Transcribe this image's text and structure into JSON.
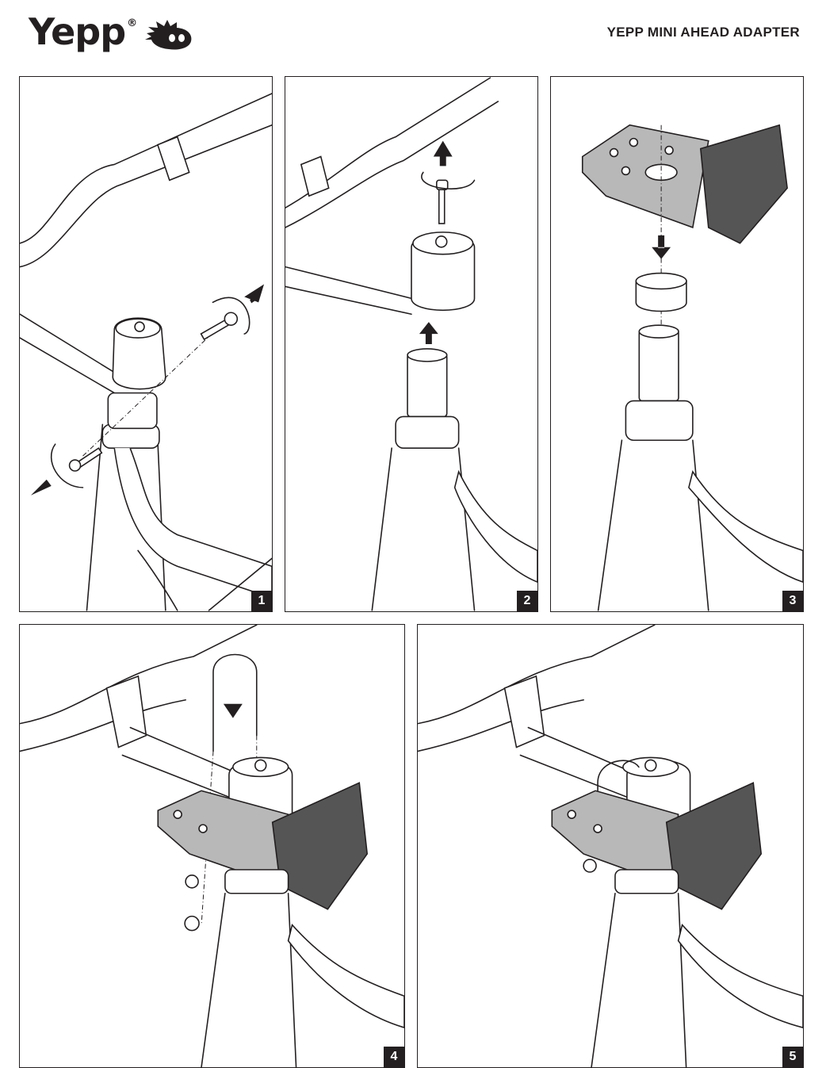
{
  "header": {
    "brand": "Yepp",
    "registered_mark": "®",
    "document_title": "YEPP MINI AHEAD ADAPTER"
  },
  "steps": [
    {
      "number": "1"
    },
    {
      "number": "2"
    },
    {
      "number": "3"
    },
    {
      "number": "4"
    },
    {
      "number": "5"
    }
  ]
}
